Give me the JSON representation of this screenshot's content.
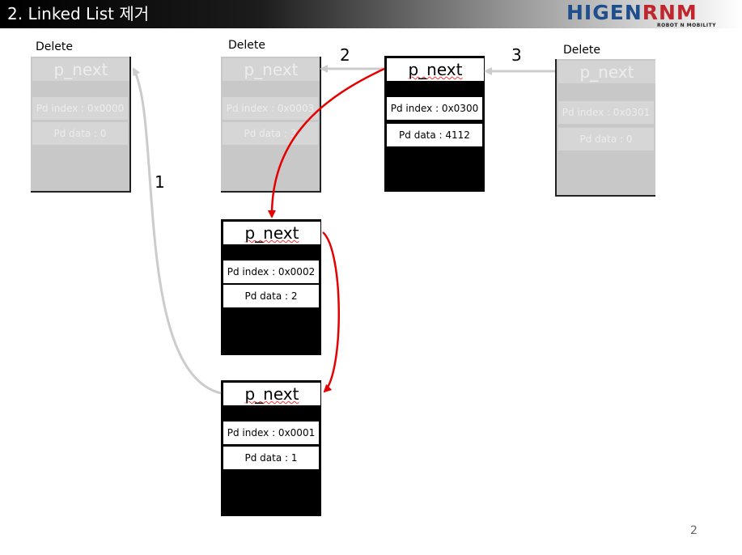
{
  "title": "2. Linked List 제거",
  "logo": {
    "main_a": "HIGEN",
    "main_b": "RNM",
    "sub": "ROBOT N MOBILITY"
  },
  "delete_label": "Delete",
  "step_labels": [
    "1",
    "2",
    "3"
  ],
  "page_number": "2",
  "colors": {
    "active_node": "#000000",
    "deleted_node": "#c8c8c8",
    "relink_arrow": "#e60000",
    "old_arrow": "#cccccc"
  },
  "nodes": {
    "deleted_a": {
      "p_next": "p_next",
      "index": "Pd index : 0x0000",
      "data": "Pd data : 0"
    },
    "deleted_b": {
      "p_next": "p_next",
      "index": "Pd index : 0x0003",
      "data": "Pd data : 3"
    },
    "head": {
      "p_next": "p_next",
      "index": "Pd index : 0x0300",
      "data": "Pd data : 4112"
    },
    "deleted_c": {
      "p_next": "p_next",
      "index": "Pd index : 0x0301",
      "data": "Pd data : 0"
    },
    "node2": {
      "p_next": "p_next",
      "index": "Pd index : 0x0002",
      "data": "Pd data : 2"
    },
    "node1": {
      "p_next": "p_next",
      "index": "Pd index : 0x0001",
      "data": "Pd data : 1"
    }
  }
}
